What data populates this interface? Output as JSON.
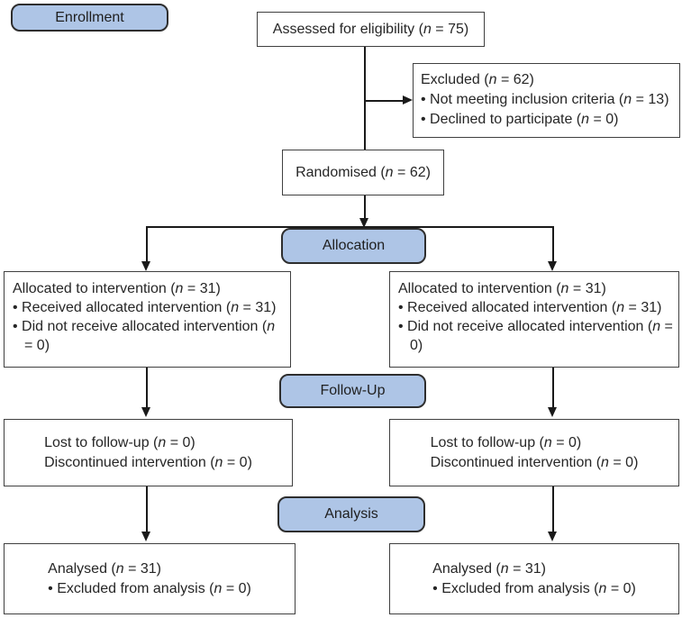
{
  "colors": {
    "stage_fill": "#aec5e6",
    "stage_border": "#2e2e2e",
    "box_border": "#404040",
    "arrow": "#1a1a1a",
    "text": "#262626"
  },
  "stages": {
    "enrollment": "Enrollment",
    "allocation": "Allocation",
    "followup": "Follow-Up",
    "analysis": "Analysis"
  },
  "assessed": {
    "text": "Assessed for eligibility (n = 75)"
  },
  "excluded": {
    "title": "Excluded (n = 62)",
    "bullet1": "• Not meeting inclusion criteria (n = 13)",
    "bullet2": "• Declined to participate (n = 0)"
  },
  "randomised": {
    "text": "Randomised (n = 62)"
  },
  "allocated_left": {
    "title": "Allocated to intervention (n = 31)",
    "bullet1": "• Received allocated intervention (n = 31)",
    "bullet2": "• Did not receive allocated intervention (n = 0)"
  },
  "allocated_right": {
    "title": "Allocated to intervention (n = 31)",
    "bullet1": "• Received allocated intervention (n = 31)",
    "bullet2": "• Did not receive allocated intervention (n = 0)"
  },
  "followup_left": {
    "line1": "Lost to follow-up (n = 0)",
    "line2": "Discontinued intervention (n = 0)"
  },
  "followup_right": {
    "line1": "Lost to follow-up (n = 0)",
    "line2": "Discontinued intervention (n = 0)"
  },
  "analysed_left": {
    "title": "Analysed (n = 31)",
    "bullet1": "• Excluded from analysis (n = 0)"
  },
  "analysed_right": {
    "title": "Analysed (n = 31)",
    "bullet1": "• Excluded from analysis (n = 0)"
  }
}
